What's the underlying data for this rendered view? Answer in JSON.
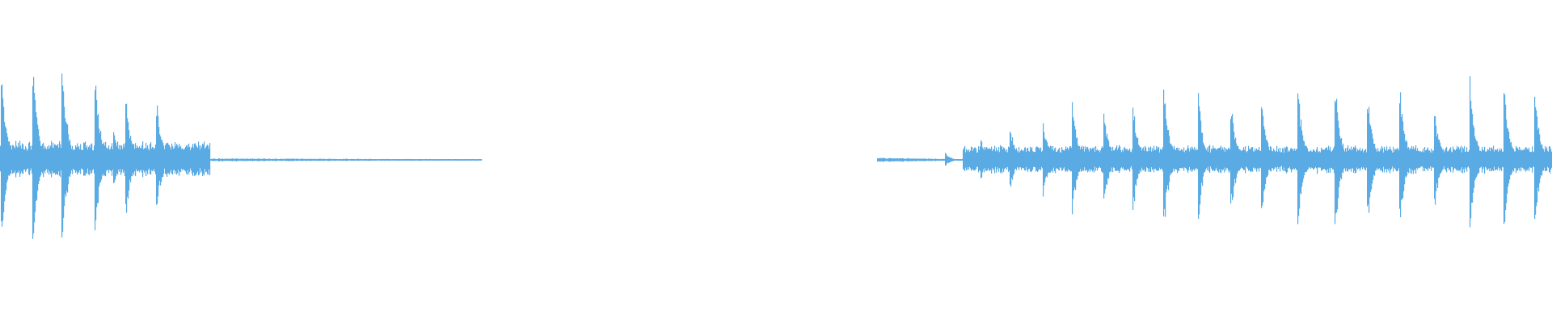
{
  "waveform": {
    "color": "#5aaae3",
    "background": "#ffffff",
    "transients": [
      {
        "pos": 0.001,
        "amp": 0.92
      },
      {
        "pos": 0.021,
        "amp": 0.98
      },
      {
        "pos": 0.04,
        "amp": 1.0
      },
      {
        "pos": 0.061,
        "amp": 0.92
      },
      {
        "pos": 0.073,
        "amp": 0.3
      },
      {
        "pos": 0.081,
        "amp": 0.65
      },
      {
        "pos": 0.101,
        "amp": 0.58
      },
      {
        "pos": 0.113,
        "amp": 0.12
      },
      {
        "pos": 0.609,
        "amp": 0.07
      },
      {
        "pos": 0.632,
        "amp": 0.22
      },
      {
        "pos": 0.651,
        "amp": 0.32
      },
      {
        "pos": 0.672,
        "amp": 0.43
      },
      {
        "pos": 0.691,
        "amp": 0.62
      },
      {
        "pos": 0.711,
        "amp": 0.55
      },
      {
        "pos": 0.73,
        "amp": 0.58
      },
      {
        "pos": 0.75,
        "amp": 0.72
      },
      {
        "pos": 0.772,
        "amp": 0.68
      },
      {
        "pos": 0.793,
        "amp": 0.62
      },
      {
        "pos": 0.813,
        "amp": 0.62
      },
      {
        "pos": 0.836,
        "amp": 0.83
      },
      {
        "pos": 0.86,
        "amp": 0.85
      },
      {
        "pos": 0.881,
        "amp": 0.75
      },
      {
        "pos": 0.902,
        "amp": 0.78
      },
      {
        "pos": 0.924,
        "amp": 0.58
      },
      {
        "pos": 0.947,
        "amp": 0.87
      },
      {
        "pos": 0.969,
        "amp": 0.8
      },
      {
        "pos": 0.989,
        "amp": 0.68
      }
    ],
    "segments": [
      {
        "start": 0.0,
        "end": 0.135,
        "floor": 0.17
      },
      {
        "start": 0.135,
        "end": 0.31,
        "floor": 0.015
      },
      {
        "start": 0.565,
        "end": 0.62,
        "floor": 0.02
      },
      {
        "start": 0.62,
        "end": 1.0,
        "floor": 0.13
      }
    ]
  }
}
